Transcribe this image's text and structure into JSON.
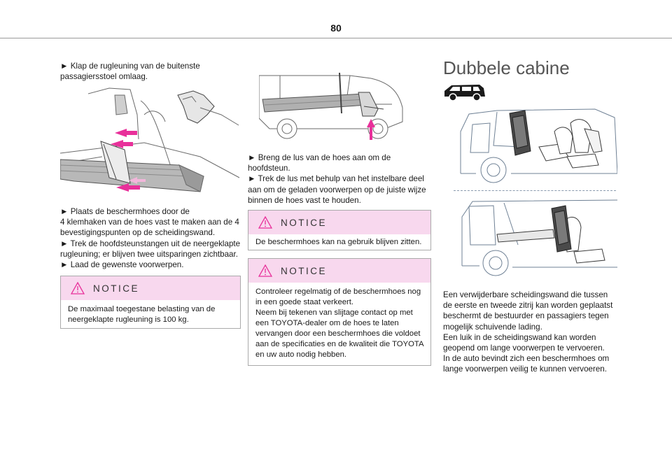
{
  "page": {
    "number": "80"
  },
  "col1": {
    "step1": [
      "► Klap de rugleuning van de buitenste",
      "passagiersstoel omlaag."
    ],
    "step2": [
      "► Plaats de beschermhoes door de",
      "4 klemhaken van de hoes vast te maken aan de 4",
      "bevestigingspunten op de scheidingswand.",
      "► Trek de hoofdsteunstangen uit de neergeklapte",
      "rugleuning; er blijven twee uitsparingen zichtbaar.",
      "► Laad de gewenste voorwerpen."
    ],
    "notice": {
      "title": "NOTICE",
      "lines": [
        "De maximaal toegestane belasting van de",
        "neergeklapte rugleuning is 100 kg."
      ]
    }
  },
  "col2": {
    "steps": [
      "► Breng de lus van de hoes aan om de",
      "hoofdsteun.",
      "► Trek de lus met behulp van het instelbare deel",
      "aan om de geladen voorwerpen op de juiste wijze",
      "binnen de hoes vast te houden."
    ],
    "notice1": {
      "title": "NOTICE",
      "lines": [
        "De beschermhoes kan na gebruik blijven zitten."
      ]
    },
    "notice2": {
      "title": "NOTICE",
      "lines": [
        "Controleer regelmatig of de beschermhoes nog",
        "in een goede staat verkeert.",
        "Neem bij tekenen van slijtage contact op met",
        "een TOYOTA-dealer om de hoes te laten",
        "vervangen door een beschermhoes die voldoet",
        "aan de specificaties en de kwaliteit die TOYOTA",
        "en uw auto nodig hebben."
      ]
    }
  },
  "col3": {
    "title": "Dubbele cabine",
    "body": [
      "Een verwijderbare scheidingswand die tussen",
      "de eerste en tweede zitrij kan worden geplaatst",
      "beschermt de bestuurder en passagiers tegen",
      "mogelijk schuivende lading.",
      "Een luik in de scheidingswand kan worden",
      "geopend om lange voorwerpen te vervoeren.",
      "In de auto bevindt zich een beschermhoes om",
      "lange voorwerpen veilig te kunnen vervoeren."
    ]
  },
  "colors": {
    "notice_header": "#f8d8ee",
    "arrow_magenta": "#e8309a",
    "rule": "#9a9a9a"
  },
  "icons": [
    "warning-triangle-icon",
    "van-silhouette-icon"
  ]
}
